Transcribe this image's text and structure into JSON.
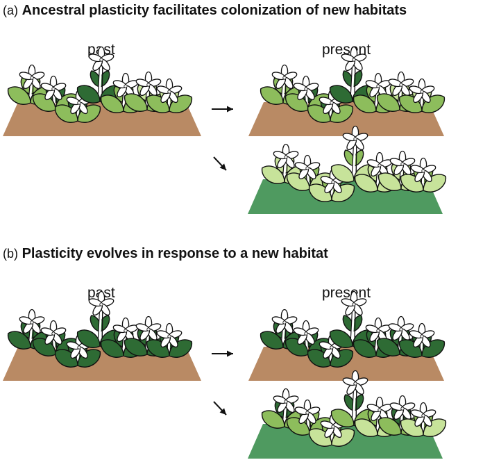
{
  "panels": [
    {
      "id": "a",
      "tag": "(a)",
      "title": "Ancestral plasticity facilitates colonization of new habitats",
      "past_label": "past",
      "present_label": "present"
    },
    {
      "id": "b",
      "tag": "(b)",
      "title": "Plasticity evolves in response to a new habitat",
      "past_label": "past",
      "present_label": "present"
    }
  ],
  "colors": {
    "soil": "#b98a64",
    "grass": "#4f9a60",
    "leaf_dark": "#2e6b34",
    "leaf_mid": "#8dbd5c",
    "leaf_light": "#c7e39a",
    "petal": "#ffffff",
    "outline": "#111111"
  },
  "icons": [
    "arrow-right-icon",
    "arrow-down-right-icon",
    "plant-icon"
  ]
}
